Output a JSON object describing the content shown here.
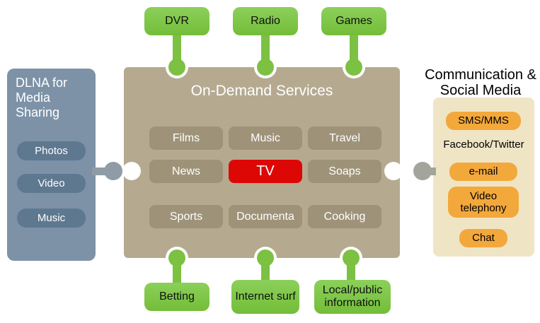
{
  "colors": {
    "module_green": "#7cc142",
    "center_bg": "#b5aa90",
    "center_button_bg": "#9e9379",
    "tv_highlight_red": "#dd0806",
    "left_panel_bg": "#7d92a7",
    "left_pill_bg": "#5e7890",
    "right_panel_bg": "#efe5c5",
    "right_pill_orange": "#f3a83c"
  },
  "top_modules": [
    {
      "label": "DVR"
    },
    {
      "label": "Radio"
    },
    {
      "label": "Games"
    }
  ],
  "bottom_modules": [
    {
      "label": "Betting"
    },
    {
      "label": "Internet surf"
    },
    {
      "label": "Local/public information"
    }
  ],
  "center": {
    "title": "On-Demand Services",
    "services": [
      {
        "label": "Films"
      },
      {
        "label": "Music"
      },
      {
        "label": "Travel"
      },
      {
        "label": "News"
      },
      {
        "label": "TV"
      },
      {
        "label": "Soaps"
      },
      {
        "label": "Sports"
      },
      {
        "label": "Documenta"
      },
      {
        "label": "Cooking"
      }
    ]
  },
  "left_panel": {
    "title": "DLNA for Media Sharing",
    "items": [
      {
        "label": "Photos"
      },
      {
        "label": "Video"
      },
      {
        "label": "Music"
      }
    ]
  },
  "right_panel": {
    "title": "Communication & Social Media",
    "items": [
      {
        "label": "SMS/MMS"
      },
      {
        "label": "Facebook/Twitter"
      },
      {
        "label": "e-mail"
      },
      {
        "label": "Video telephony"
      },
      {
        "label": "Chat"
      }
    ]
  }
}
